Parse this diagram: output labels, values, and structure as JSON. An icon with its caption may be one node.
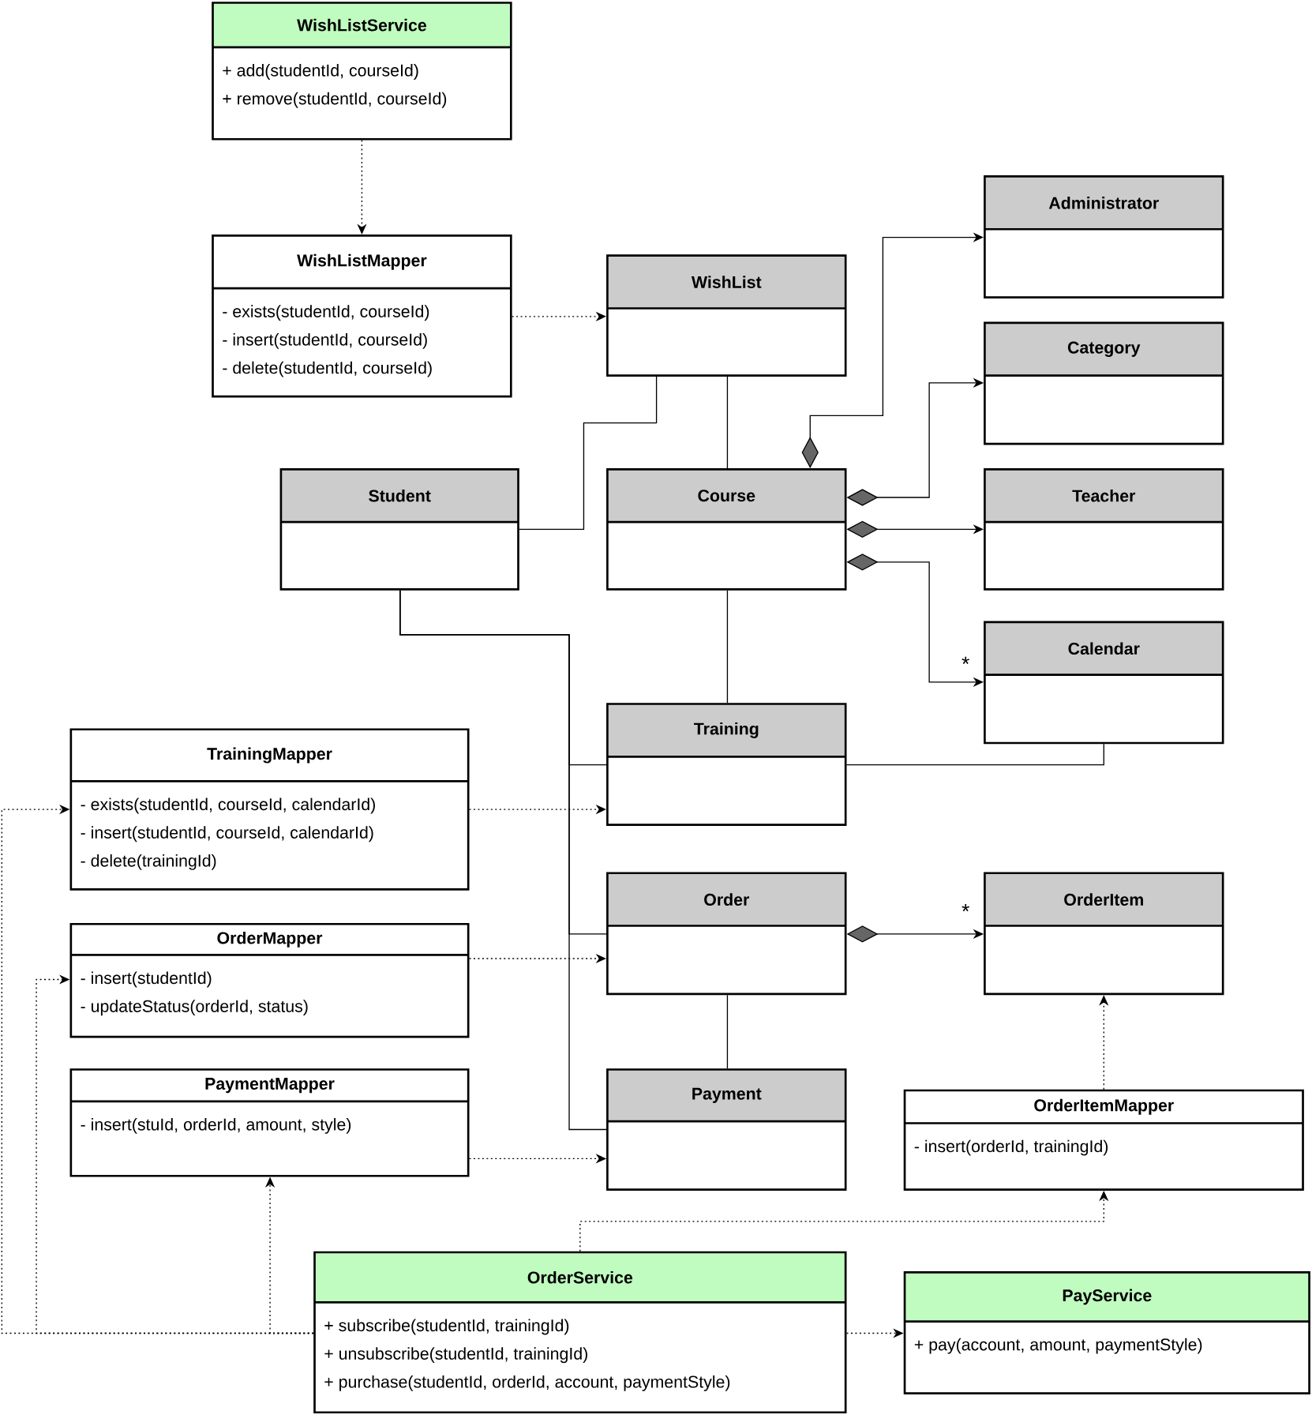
{
  "diagram": {
    "nodes": [
      {
        "text": [
          "WishListService",
          "+ add(studentId, courseId)",
          "+ remove(studentId, courseId)"
        ]
      },
      {
        "text": [
          "WishListMapper",
          "- exists(studentId, courseId)",
          "- insert(studentId, courseId)",
          "- delete(studentId, courseId)"
        ]
      },
      {
        "text": [
          "WishList"
        ]
      },
      {
        "text": [
          "Administrator"
        ]
      },
      {
        "text": [
          "Category"
        ]
      },
      {
        "text": [
          "Student"
        ]
      },
      {
        "text": [
          "Course"
        ]
      },
      {
        "text": [
          "Teacher"
        ]
      },
      {
        "text": [
          "Calendar"
        ]
      },
      {
        "text": [
          "TrainingMapper",
          "- exists(studentId, courseId, calendarId)",
          "- insert(studentId, courseId, calendarId)",
          "- delete(trainingId)"
        ]
      },
      {
        "text": [
          "Training"
        ]
      },
      {
        "text": [
          "Order"
        ]
      },
      {
        "text": [
          "OrderItem"
        ]
      },
      {
        "text": [
          "OrderMapper",
          "- insert(studentId)",
          "- updateStatus(orderId, status)"
        ]
      },
      {
        "text": [
          "PaymentMapper",
          "- insert(stuId, orderId, amount, style)"
        ]
      },
      {
        "text": [
          "Payment"
        ]
      },
      {
        "text": [
          "OrderItemMapper",
          "- insert(orderId, trainingId)"
        ]
      },
      {
        "text": [
          "OrderService",
          "+ subscribe(studentId, trainingId)",
          "+ unsubscribe(studentId, trainingId)",
          "+ purchase(studentId, orderId, account, paymentStyle)"
        ]
      },
      {
        "text": [
          "PayService",
          "+ pay(account, amount, paymentStyle)"
        ]
      }
    ],
    "edges": [
      {
        "from": 0,
        "to": 1,
        "arrow": "to",
        "style": "dashed"
      },
      {
        "from": 1,
        "to": 2,
        "arrow": "to",
        "style": "dashed"
      },
      {
        "from": 2,
        "to": 6,
        "arrow": "none"
      },
      {
        "from": 2,
        "to": 5,
        "arrow": "none"
      },
      {
        "from": 6,
        "to": 3,
        "arrow": "to"
      },
      {
        "from": 6,
        "to": 4,
        "arrow": "to"
      },
      {
        "from": 6,
        "to": 7,
        "arrow": "to"
      },
      {
        "from": 6,
        "to": 8,
        "arrow": "to",
        "label": "*"
      },
      {
        "from": 6,
        "to": 10,
        "arrow": "none"
      },
      {
        "from": 5,
        "to": 10,
        "arrow": "none"
      },
      {
        "from": 5,
        "to": 11,
        "arrow": "none"
      },
      {
        "from": 5,
        "to": 15,
        "arrow": "none"
      },
      {
        "from": 8,
        "to": 10,
        "arrow": "none"
      },
      {
        "from": 9,
        "to": 10,
        "arrow": "to",
        "style": "dashed"
      },
      {
        "from": 13,
        "to": 11,
        "arrow": "to",
        "style": "dashed"
      },
      {
        "from": 14,
        "to": 15,
        "arrow": "to",
        "style": "dashed"
      },
      {
        "from": 11,
        "to": 12,
        "arrow": "to",
        "label": "*"
      },
      {
        "from": 11,
        "to": 15,
        "arrow": "none"
      },
      {
        "from": 16,
        "to": 12,
        "arrow": "to",
        "style": "dashed"
      },
      {
        "from": 17,
        "to": 16,
        "arrow": "to",
        "style": "dashed"
      },
      {
        "from": 17,
        "to": 18,
        "arrow": "to",
        "style": "dashed"
      },
      {
        "from": 17,
        "to": 9,
        "arrow": "to",
        "style": "dashed"
      },
      {
        "from": 17,
        "to": 13,
        "arrow": "to",
        "style": "dashed"
      },
      {
        "from": 17,
        "to": 14,
        "arrow": "to",
        "style": "dashed"
      }
    ]
  }
}
